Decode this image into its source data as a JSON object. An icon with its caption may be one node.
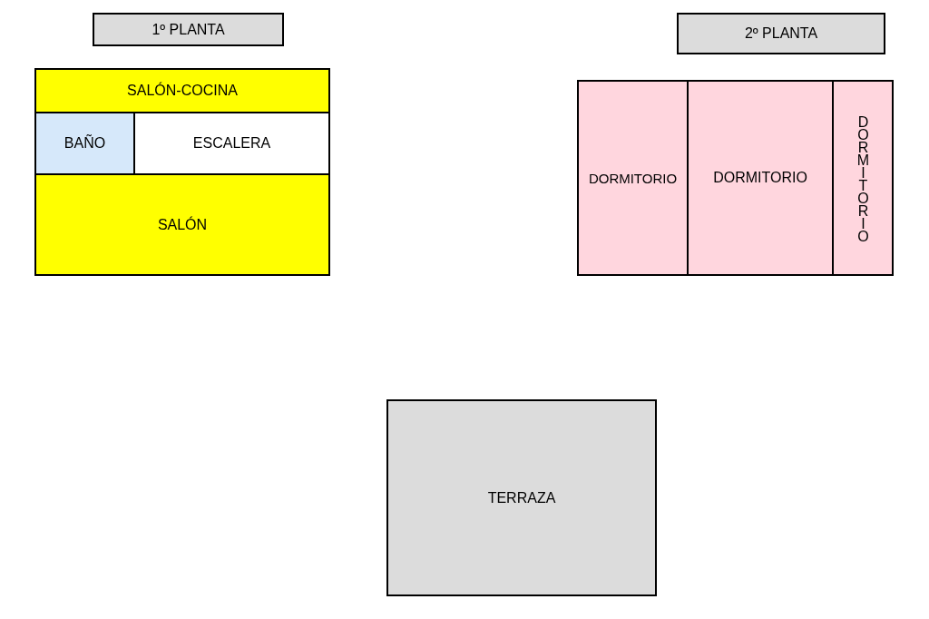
{
  "diagram": {
    "nodes": [
      {
        "text": [
          "1º PLANTA"
        ]
      },
      {
        "text": [
          "2º PLANTA"
        ]
      },
      {
        "text": [
          "SALÓN-COCINA"
        ]
      },
      {
        "text": [
          "BAÑO"
        ]
      },
      {
        "text": [
          "ESCALERA"
        ]
      },
      {
        "text": [
          "SALÓN"
        ]
      },
      {
        "text": [
          "DORMITORIO"
        ]
      },
      {
        "text": [
          "DORMITORIO"
        ]
      },
      {
        "text": [
          "DORMITORIO"
        ]
      },
      {
        "text": [
          "TERRAZA"
        ]
      }
    ]
  }
}
